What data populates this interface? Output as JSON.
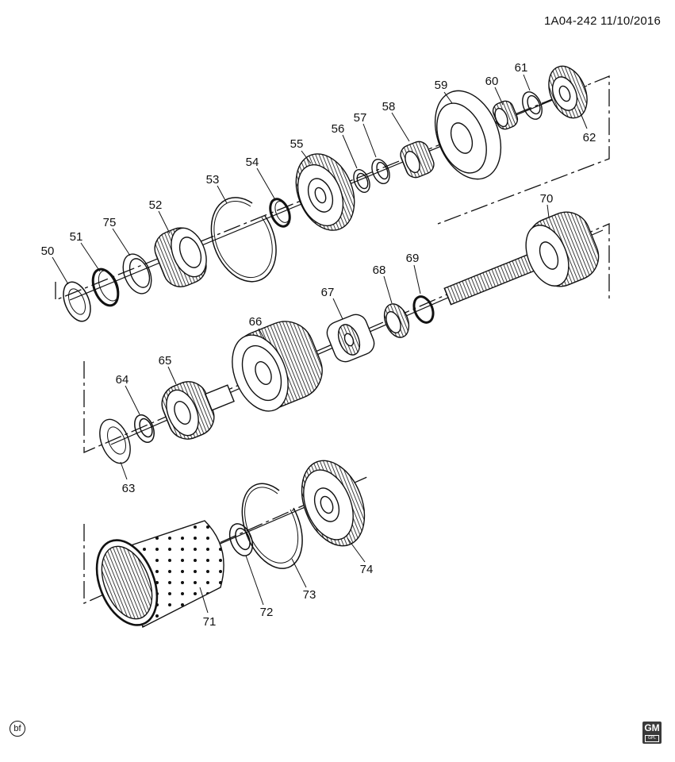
{
  "header": {
    "code": "1A04-242 11/10/2016"
  },
  "footer": {
    "bf_label": "bf",
    "gm_logo_text": "GM",
    "gm_logo_sub": "GPL"
  },
  "callouts": {
    "n50": "50",
    "n51": "51",
    "n75": "75",
    "n52": "52",
    "n53": "53",
    "n54": "54",
    "n55": "55",
    "n56": "56",
    "n57": "57",
    "n58": "58",
    "n59": "59",
    "n60": "60",
    "n61": "61",
    "n62": "62",
    "n63": "63",
    "n64": "64",
    "n65": "65",
    "n66": "66",
    "n67": "67",
    "n68": "68",
    "n69": "69",
    "n70": "70",
    "n71": "71",
    "n72": "72",
    "n73": "73",
    "n74": "74"
  },
  "colors": {
    "ink": "#111111",
    "logo": "#3a3a3a"
  }
}
